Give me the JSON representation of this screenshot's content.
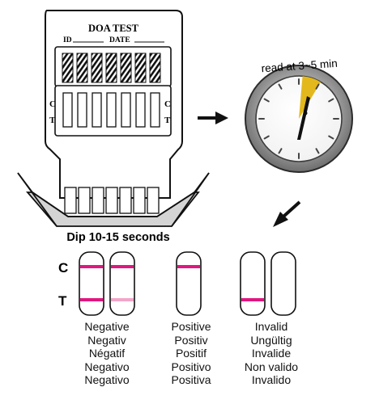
{
  "cassette": {
    "title": "DOA TEST",
    "id_label": "ID",
    "date_label": "DATE",
    "c_label": "C",
    "t_label": "T",
    "strip_count": 7
  },
  "dip_instruction": "Dip 10-15 seconds",
  "timer": {
    "caption": "read at 3~5 min",
    "highlight_color": "#e3b81c"
  },
  "results": {
    "c_label": "C",
    "t_label": "T",
    "line_color": "#e0177f",
    "faint_line_color": "#f2a6c8",
    "groups": [
      {
        "id": "negative",
        "labels": [
          "Negative",
          "Negativ",
          "Négatif",
          "Negativo",
          "Negativo"
        ]
      },
      {
        "id": "positive",
        "labels": [
          "Positive",
          "Positiv",
          "Positif",
          "Positivo",
          "Positiva"
        ]
      },
      {
        "id": "invalid",
        "labels": [
          "Invalid",
          "Ungültig",
          "Invalide",
          "Non valido",
          "Invalido"
        ]
      }
    ]
  }
}
